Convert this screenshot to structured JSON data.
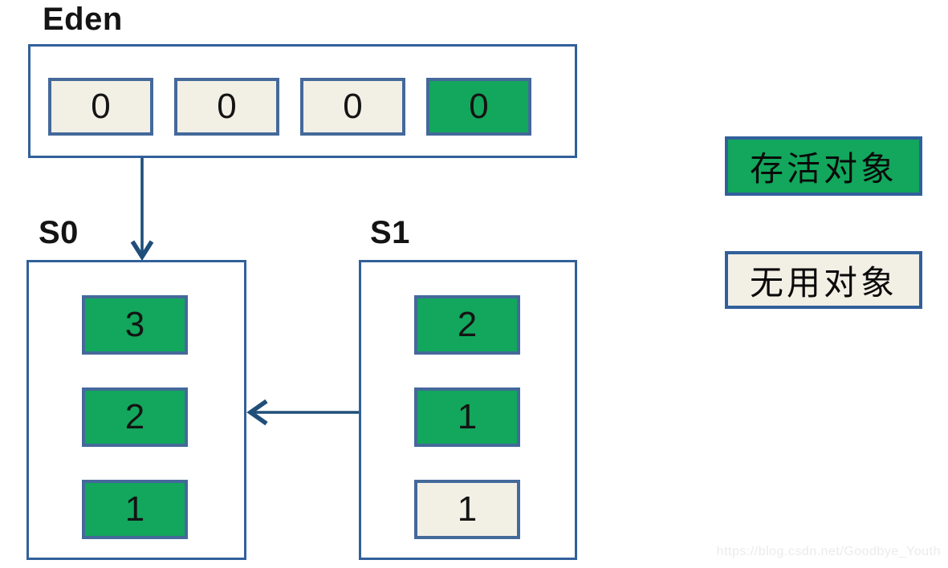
{
  "colors": {
    "live_fill": "#12a75c",
    "dead_fill": "#f2efe5",
    "cell_border": "#44699a",
    "container_border": "#31609b",
    "arrow": "#1f4e79",
    "label_text": "#141414",
    "cell_text": "#141414",
    "watermark_text": "#ebebeb"
  },
  "eden": {
    "label": "Eden",
    "cells": [
      {
        "label": "0",
        "type": "dead"
      },
      {
        "label": "0",
        "type": "dead"
      },
      {
        "label": "0",
        "type": "dead"
      },
      {
        "label": "0",
        "type": "live"
      }
    ]
  },
  "s0": {
    "label": "S0",
    "cells": [
      {
        "label": "3",
        "type": "live"
      },
      {
        "label": "2",
        "type": "live"
      },
      {
        "label": "1",
        "type": "live"
      }
    ]
  },
  "s1": {
    "label": "S1",
    "cells": [
      {
        "label": "2",
        "type": "live"
      },
      {
        "label": "1",
        "type": "live"
      },
      {
        "label": "1",
        "type": "dead"
      }
    ]
  },
  "legend": {
    "items": [
      {
        "label": "存活对象",
        "type": "live"
      },
      {
        "label": "无用对象",
        "type": "dead"
      }
    ]
  },
  "watermark": {
    "text": "https://blog.csdn.net/Goodbye_Youth"
  }
}
